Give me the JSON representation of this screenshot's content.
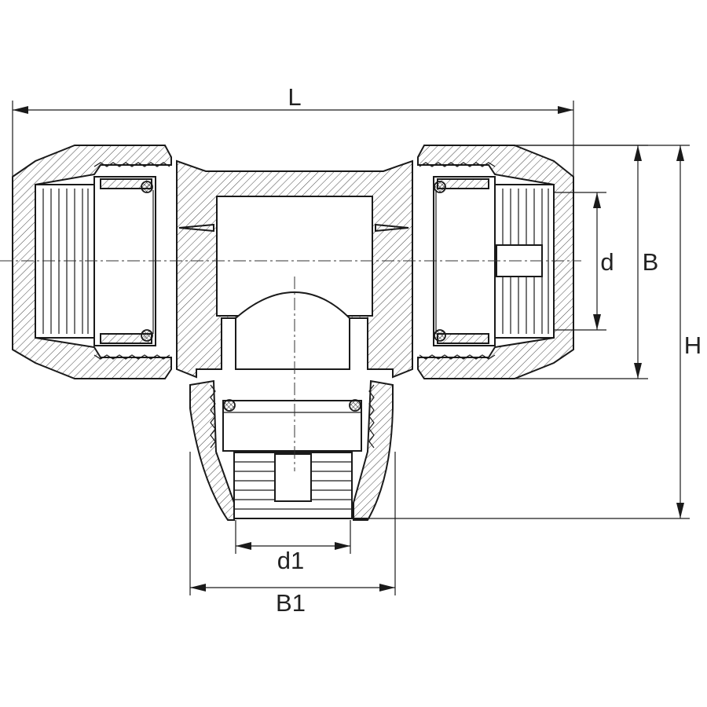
{
  "labels": {
    "length": "L",
    "bore": "d",
    "body_width": "B",
    "height": "H",
    "branch_bore": "d1",
    "branch_width": "B1"
  }
}
